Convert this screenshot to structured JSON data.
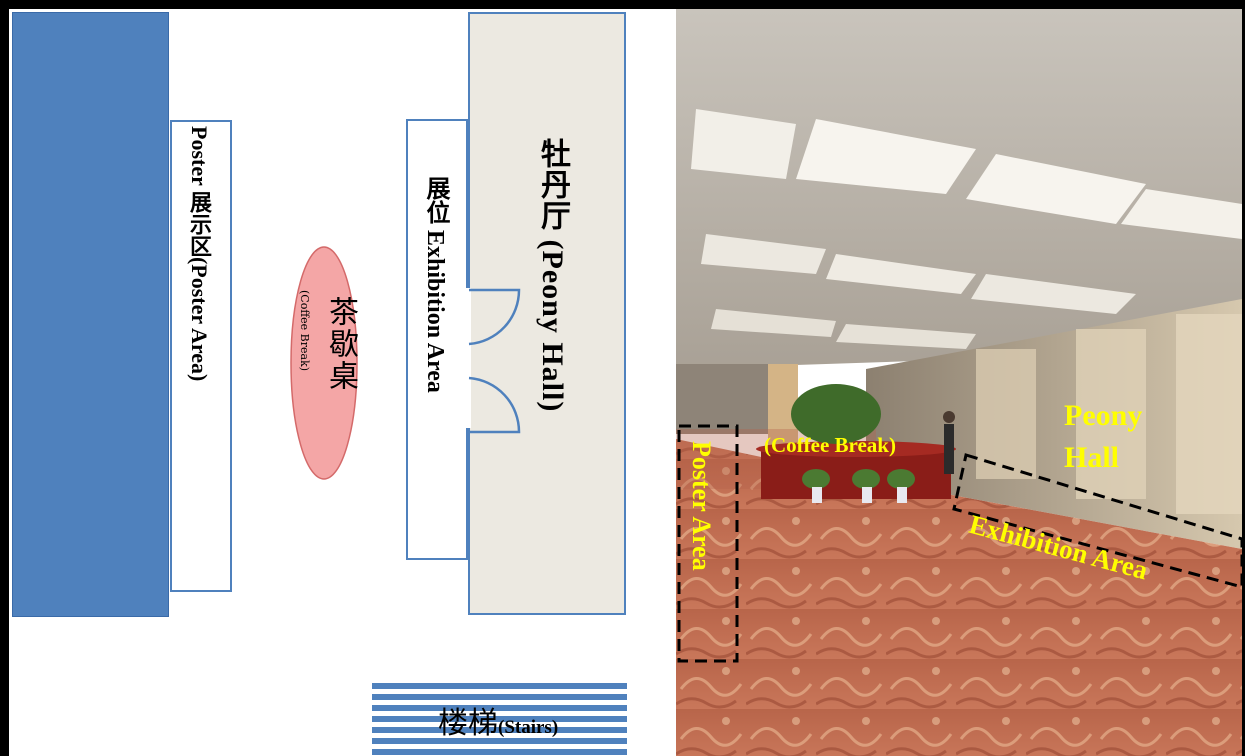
{
  "floor_plan": {
    "poster_area_label": "Poster 展示区(Poster Area)",
    "exhibition_area_label": "展位 Exhibition Area",
    "peony_hall_label": "牡丹厅 (Peony Hall)",
    "coffee_break_cn": "茶歇桌",
    "coffee_break_en": "(Coffee Break)",
    "stairs_cn": "楼梯",
    "stairs_en": "(Stairs)"
  },
  "photo": {
    "poster_area_label": "Poster Area",
    "coffee_break_label": "(Coffee Break)",
    "peony_hall_label": "Peony Hall",
    "exhibition_area_label": "Exhibition Area"
  },
  "colors": {
    "wall_blue": "#4f81bd",
    "peony_hall_fill": "#ece9e1",
    "coffee_table_fill": "#f4a6a6",
    "photo_label_yellow": "#ffff00"
  }
}
